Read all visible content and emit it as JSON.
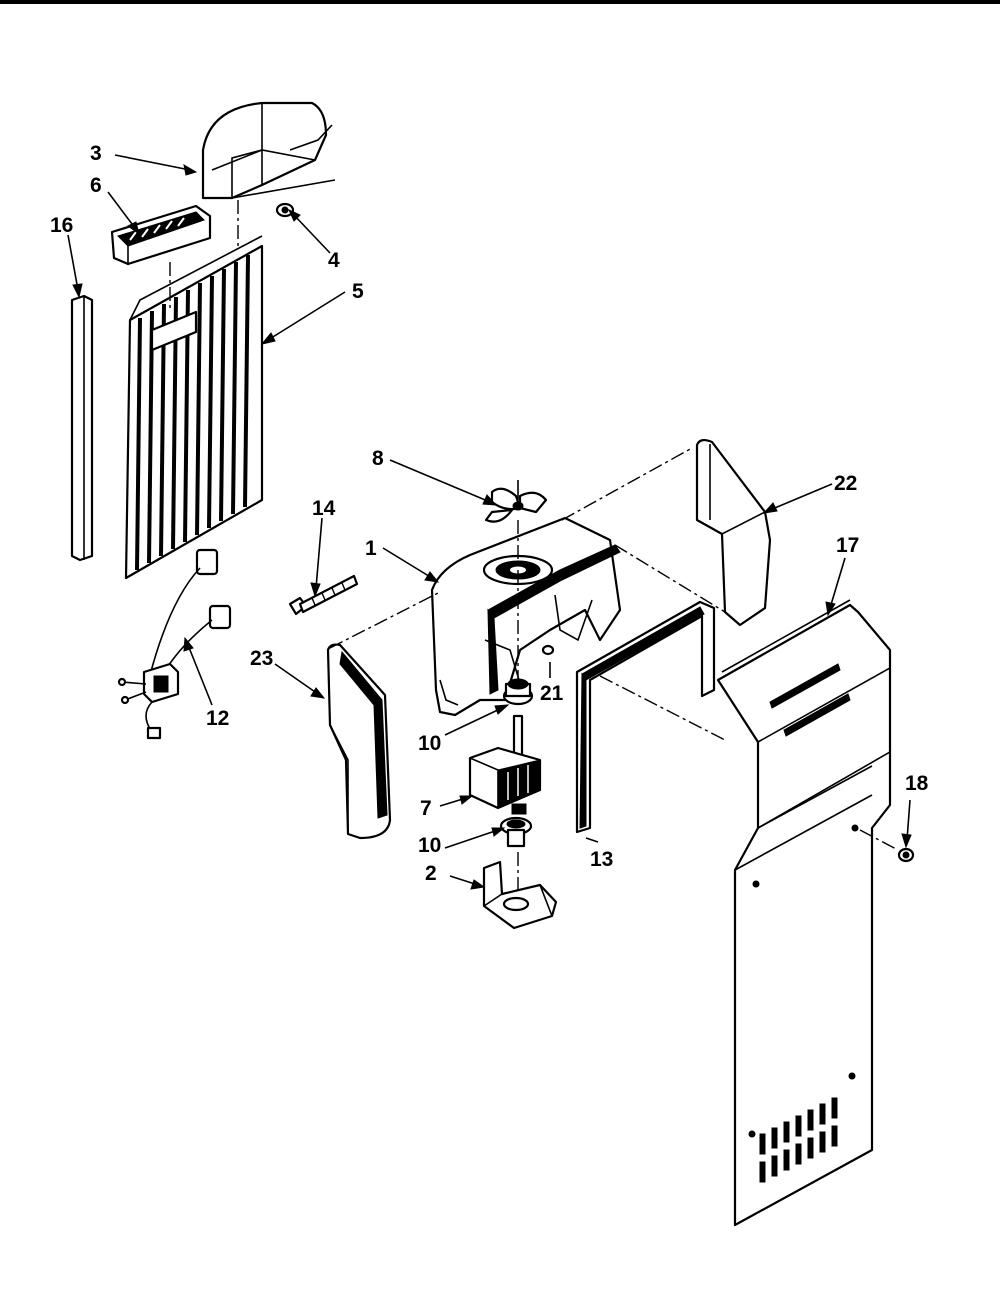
{
  "diagram": {
    "callouts": [
      {
        "id": "c3",
        "text": "3"
      },
      {
        "id": "c6",
        "text": "6"
      },
      {
        "id": "c16",
        "text": "16"
      },
      {
        "id": "c4",
        "text": "4"
      },
      {
        "id": "c5",
        "text": "5"
      },
      {
        "id": "c8",
        "text": "8"
      },
      {
        "id": "c14",
        "text": "14"
      },
      {
        "id": "c1",
        "text": "1"
      },
      {
        "id": "c22",
        "text": "22"
      },
      {
        "id": "c17",
        "text": "17"
      },
      {
        "id": "c23",
        "text": "23"
      },
      {
        "id": "c12",
        "text": "12"
      },
      {
        "id": "c21",
        "text": "21"
      },
      {
        "id": "c10a",
        "text": "10"
      },
      {
        "id": "c7",
        "text": "7"
      },
      {
        "id": "c13",
        "text": "13"
      },
      {
        "id": "c10b",
        "text": "10"
      },
      {
        "id": "c18",
        "text": "18"
      },
      {
        "id": "c2",
        "text": "2"
      }
    ]
  }
}
